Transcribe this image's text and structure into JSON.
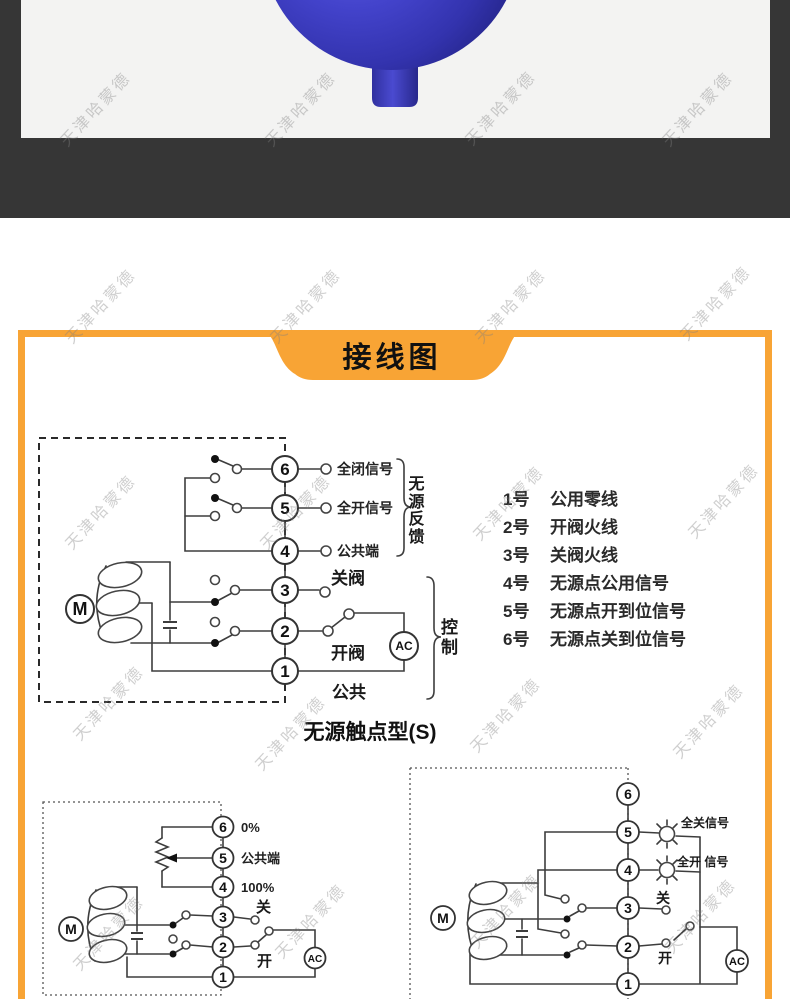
{
  "watermark": {
    "text": "天津哈蒙德"
  },
  "banner": {
    "title": "接线图"
  },
  "colors": {
    "accent_orange": "#F8A435",
    "band_dark": "#363636",
    "product_blue": "#3D3DC2"
  },
  "main_diagram": {
    "caption": "无源触点型(S)",
    "motor": "M",
    "ac": "AC",
    "terminals": [
      "6",
      "5",
      "4",
      "3",
      "2",
      "1"
    ],
    "labels": {
      "closed_signal": "全闭信号",
      "open_signal": "全开信号",
      "common_terminal": "公共端",
      "close_valve": "关阀",
      "open_valve": "开阀",
      "common": "公共"
    },
    "groups": {
      "feedback": "无源反馈",
      "control": "控制"
    }
  },
  "terminal_legend": {
    "items": [
      {
        "num": "1号",
        "desc": "公用零线"
      },
      {
        "num": "2号",
        "desc": "开阀火线"
      },
      {
        "num": "3号",
        "desc": "关阀火线"
      },
      {
        "num": "4号",
        "desc": "无源点公用信号"
      },
      {
        "num": "5号",
        "desc": "无源点开到位信号"
      },
      {
        "num": "6号",
        "desc": "无源点关到位信号"
      }
    ]
  },
  "diagram_bottom_left": {
    "motor": "M",
    "ac": "AC",
    "terminals": [
      "6",
      "5",
      "4",
      "3",
      "2",
      "1"
    ],
    "labels": {
      "zero": "0%",
      "common": "公共端",
      "hundred": "100%",
      "close": "关",
      "open": "开"
    }
  },
  "diagram_bottom_right": {
    "motor": "M",
    "ac": "AC",
    "terminals": [
      "6",
      "5",
      "4",
      "3",
      "2",
      "1"
    ],
    "labels": {
      "full_close": "全关信号",
      "full_open": "全开 信号",
      "close": "关",
      "open": "开"
    }
  }
}
